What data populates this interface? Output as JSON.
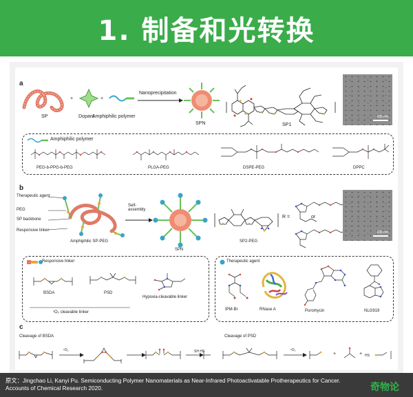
{
  "header": {
    "title": "1. 制备和光转换"
  },
  "panel_a": {
    "label": "a",
    "sp": "SP",
    "plus1": "+",
    "dopant": "Dopant",
    "plus2": "+",
    "amphiphilic_polymer": "Amphiphilic polymer",
    "arrow_label": "Nanoprecipitation",
    "spn": "SPN",
    "sp1": "SP1",
    "scale_bar": "100 nm",
    "box_title": "Amphiphilic polymer",
    "polymers": [
      "PEG-b-PPG-b-PEG",
      "PLGA-PEG",
      "DSPE-PEG",
      "DPPC"
    ]
  },
  "panel_b": {
    "label": "b",
    "therapeutic_agent": "Therapeutic agent",
    "peg": "PEG",
    "sp_backbone": "SP backbone",
    "responsive_linker": "Responsive linker",
    "amphiphilic_sp_peg": "Amphiphilic SP-PEG",
    "arrow_label": "Self-\nassembly",
    "spn": "SPN",
    "sp2_peg": "SP2-PEG",
    "r_eq": "R =",
    "or": "or",
    "scale_bar": "100 nm",
    "linker_box_title": "Responsive linker",
    "linkers": [
      "BSDA",
      "PSD",
      "Hypoxia-cleavable linker"
    ],
    "singlet_oxygen": "¹O₂ cleavable linker",
    "agent_box_title": "Therapeutic agent",
    "agents": [
      "IPM-Br",
      "RNase A",
      "Puromycin",
      "NLG919"
    ]
  },
  "panel_c": {
    "label": "c",
    "cleavage_bsda": "Cleavage of BSDA",
    "cleavage_psd": "Cleavage of PSD",
    "o2_1": "¹O₂",
    "o2_2": "¹O₂",
    "sh_hs": "SH  HS",
    "plus_a": "+",
    "plus_b": "+",
    "hs": "HS"
  },
  "footer": {
    "citation": "原文：Jingchao Li, Kanyi Pu. Semiconducting Polymer Nanomaterials as Near-Infrared Photoactivatable Protherapeutics for Cancer. Accounts of Chemical Research 2020.",
    "brand": "奇物论"
  },
  "colors": {
    "banner": "#3aac4a",
    "footer": "#3a3a3a",
    "brand": "#2fb24a",
    "sp_chain": "#e07a66",
    "dopant": "#66c257",
    "peg": "#3aa3c8"
  }
}
